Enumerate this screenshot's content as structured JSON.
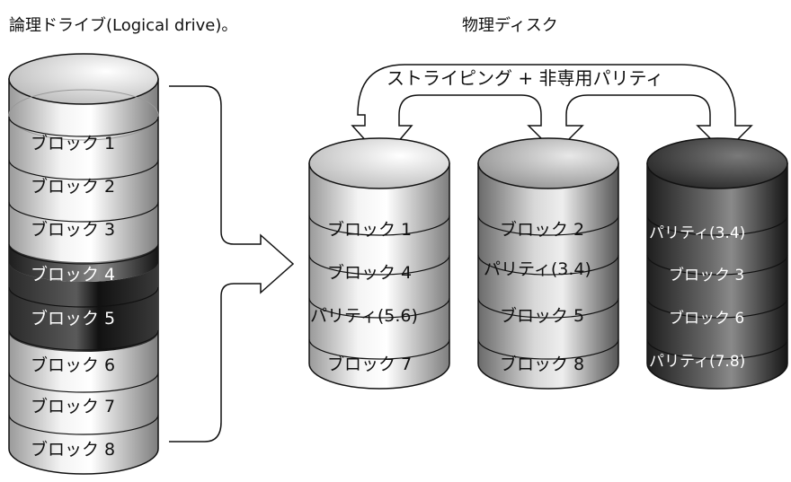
{
  "logical_title": "論理ドライブ(Logical drive)。",
  "physical_title": "物理ディスク",
  "method_label": "ストライピング + 非専用パリティ",
  "logical_blocks": [
    "ブロック 1",
    "ブロック 2",
    "ブロック 3",
    "ブロック 4",
    "ブロック 5",
    "ブロック 6",
    "ブロック 7",
    "ブロック 8"
  ],
  "disks": [
    {
      "cells": [
        "ブロック 1",
        "ブロック 4",
        "パリティ(5.6)",
        "ブロック 7"
      ]
    },
    {
      "cells": [
        "ブロック 2",
        "パリティ(3.4)",
        "ブロック 5",
        "ブロック 8"
      ]
    },
    {
      "cells": [
        "パリティ(3.4)",
        "ブロック 3",
        "ブロック 6",
        "パリティ(7.8)"
      ]
    }
  ],
  "colors": {
    "stroke": "#111111",
    "light": "#e6e6e6",
    "mid": "#a7a7a7",
    "dark": "#3a3a3a"
  }
}
